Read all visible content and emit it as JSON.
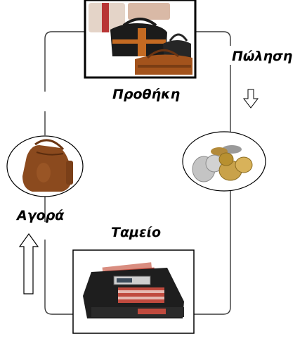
{
  "labels": {
    "showcase": "Προθήκη",
    "sale": "Πώληση",
    "purchase": "Αγορά",
    "cashier": "Ταμείο"
  },
  "cycle_order": [
    "Προθήκη",
    "Πώληση",
    "Ταμείο",
    "Αγορά"
  ],
  "colors": {
    "connector_line": "#3a3a3a",
    "frame_border": "#000000",
    "bag_black": "#1b1b1b",
    "bag_brown": "#9a5420",
    "coin_gold": "#c9a24a",
    "coin_silver": "#b8b8b8",
    "banknote_red": "#c04a3e",
    "machine_black": "#1e1e1e"
  },
  "icons": {
    "showcase_image": "handbags-display-image",
    "sale_image": "coins-image",
    "cashier_image": "banknote-counter-image",
    "purchase_image": "brown-handbag-image",
    "sale_arrow": "arrow-down-icon",
    "purchase_arrow": "arrow-up-icon"
  }
}
